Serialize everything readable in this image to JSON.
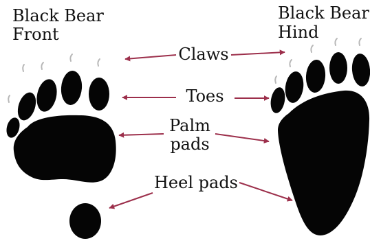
{
  "front_title": {
    "line1": "Black Bear",
    "line2": "Front"
  },
  "hind_title": {
    "line1": "Black Bear",
    "line2": "Hind"
  },
  "labels": {
    "claws": "Claws",
    "toes": "Toes",
    "palm_line1": "Palm",
    "palm_line2": "pads",
    "heel": "Heel pads"
  },
  "colors": {
    "arrow": "#9c2f4b",
    "print": "#050505",
    "claw": "#b8b8b8",
    "text": "#111111",
    "background": "#ffffff"
  }
}
